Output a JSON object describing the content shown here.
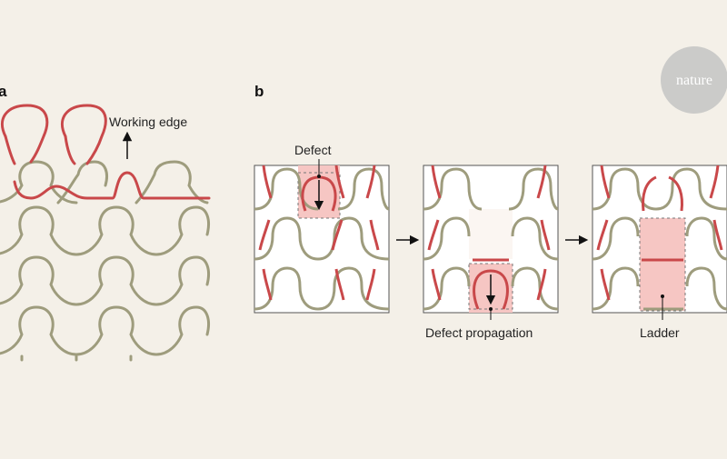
{
  "panel_a": {
    "letter": "a",
    "working_edge_label": "Working edge"
  },
  "panel_b": {
    "letter": "b",
    "defect_label": "Defect",
    "propagation_label": "Defect propagation",
    "ladder_label": "Ladder"
  },
  "logo": {
    "text": "nature"
  },
  "colors": {
    "background": "#f4f0e8",
    "yarn_green": "#9e9c7d",
    "yarn_red": "#c9484a",
    "highlight": "#f6c6c3",
    "logo_circle": "#cbcbc9"
  }
}
